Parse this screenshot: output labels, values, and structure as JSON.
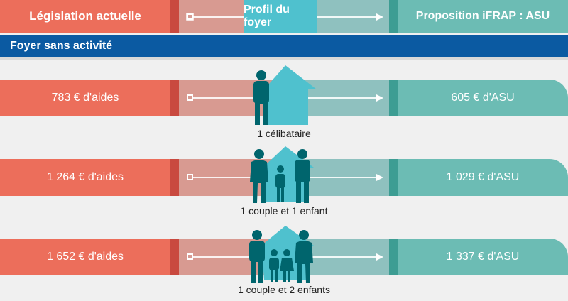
{
  "header": {
    "left": "Législation actuelle",
    "center": "Profil du foyer",
    "right": "Proposition iFRAP : ASU"
  },
  "section": {
    "title": "Foyer sans activité"
  },
  "rows": [
    {
      "left": "783 € d'aides",
      "right": "605 € d'ASU",
      "caption": "1 célibataire"
    },
    {
      "left": "1 264 € d'aides",
      "right": "1 029 € d'ASU",
      "caption": "1 couple et 1 enfant"
    },
    {
      "left": "1 652 € d'aides",
      "right": "1 337 € d'ASU",
      "caption": "1 couple et 2 enfants"
    }
  ],
  "colors": {
    "left_accent": "#ec6e5b",
    "right_accent": "#6cbcb4",
    "house": "#4fc1ce",
    "people": "#00656d",
    "section": "#0b5aa2"
  }
}
